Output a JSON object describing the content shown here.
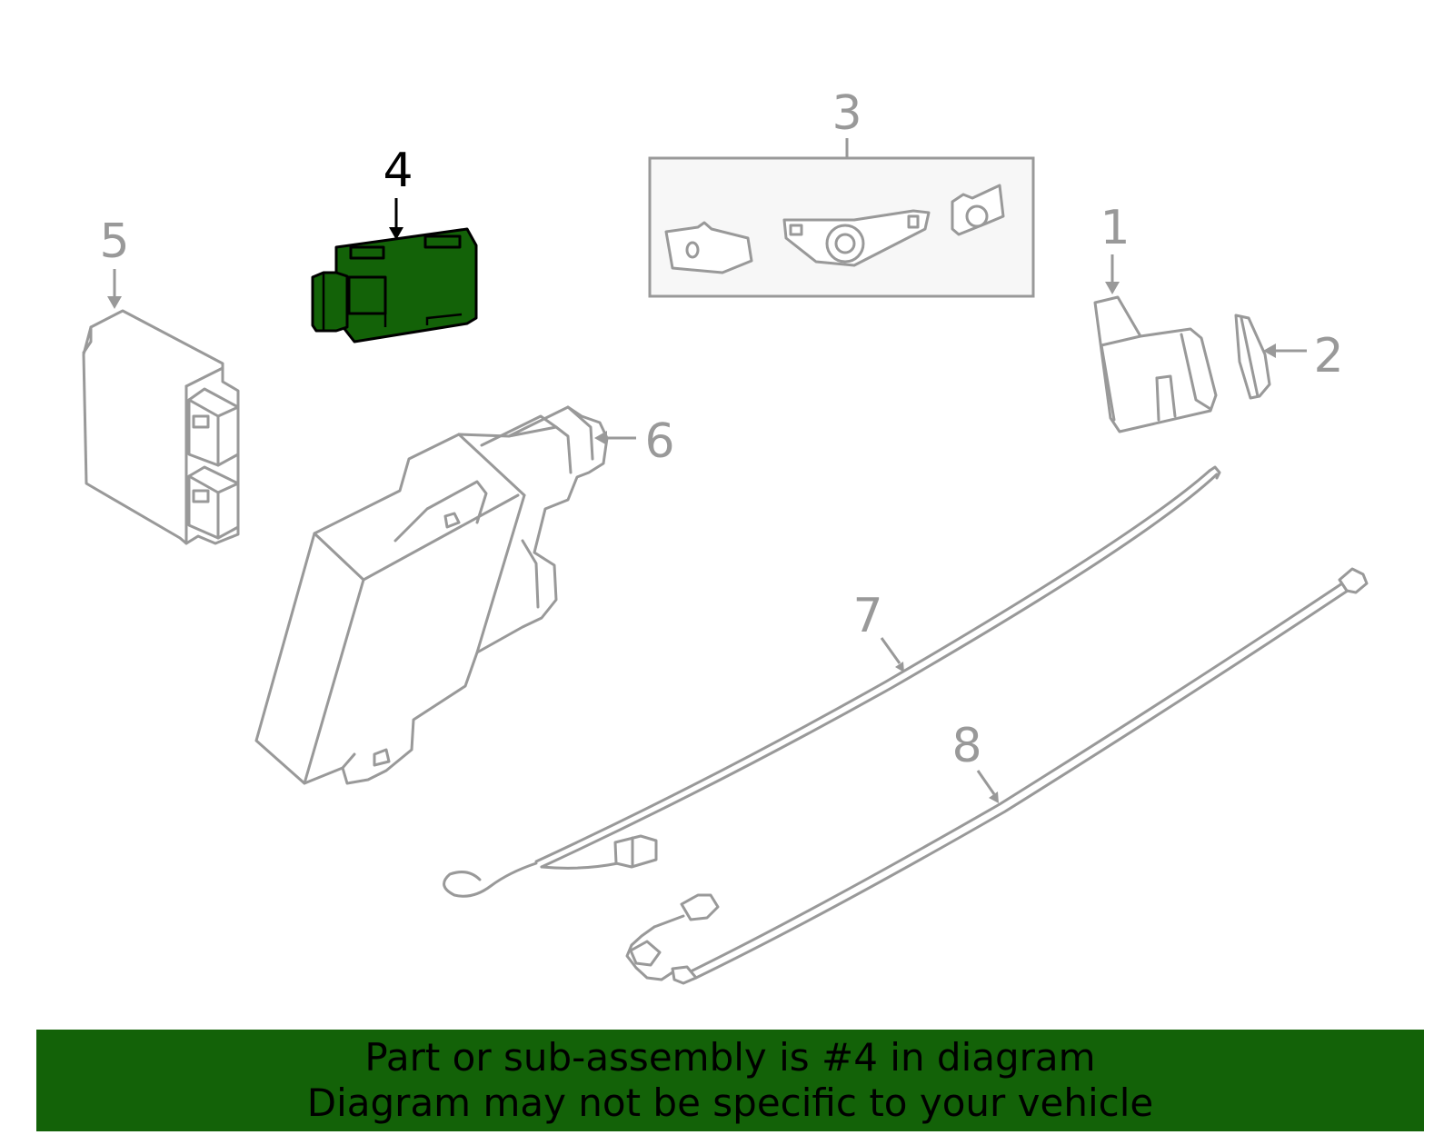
{
  "diagram": {
    "callouts": {
      "c1": "1",
      "c2": "2",
      "c3": "3",
      "c4": "4",
      "c5": "5",
      "c6": "6",
      "c7": "7",
      "c8": "8"
    },
    "highlighted_part": "4"
  },
  "colors": {
    "highlight": "#136208",
    "line_art": "#999999",
    "banner": "#136208",
    "text": "#000000"
  },
  "banner": {
    "line1": "Part or sub-assembly is #4 in diagram",
    "line2": "Diagram may not be specific to your vehicle"
  }
}
